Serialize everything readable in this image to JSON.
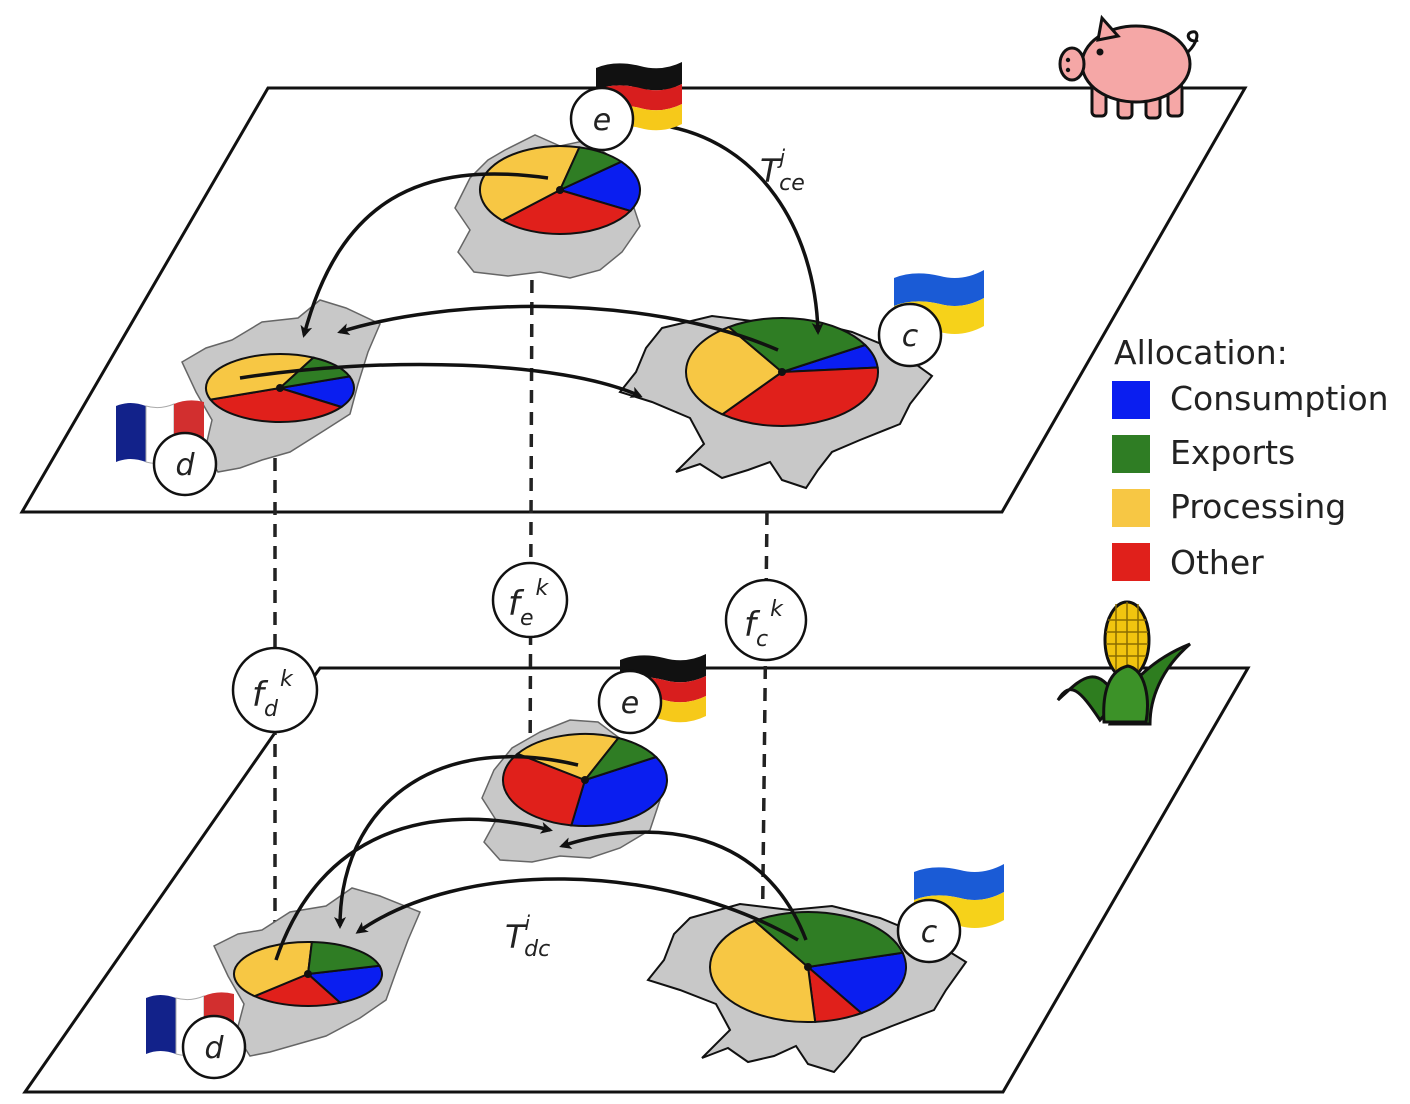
{
  "legend": {
    "title": "Allocation:",
    "items": [
      {
        "label": "Consumption",
        "color": "#0a1ef0"
      },
      {
        "label": "Exports",
        "color": "#2f7d24"
      },
      {
        "label": "Processing",
        "color": "#f7c744"
      },
      {
        "label": "Other",
        "color": "#e0201b"
      }
    ]
  },
  "layers": {
    "top": {
      "icon": "pig-icon",
      "flow_label": {
        "main": "T",
        "sup": "j",
        "sub": "ce"
      },
      "countries": [
        {
          "key": "e",
          "label": "e",
          "flag": "germany-flag-icon",
          "shape": "germany-map-shape",
          "pie": {
            "consumption": 0.19,
            "exports": 0.1,
            "processing": 0.41,
            "other": 0.3
          }
        },
        {
          "key": "c",
          "label": "c",
          "flag": "ukraine-flag-icon",
          "shape": "ukraine-map-shape",
          "pie": {
            "consumption": 0.07,
            "exports": 0.26,
            "processing": 0.3,
            "other": 0.37
          }
        },
        {
          "key": "d",
          "label": "d",
          "flag": "france-flag-icon",
          "shape": "france-map-shape",
          "pie": {
            "consumption": 0.15,
            "exports": 0.12,
            "processing": 0.38,
            "other": 0.35
          }
        }
      ]
    },
    "bottom": {
      "icon": "corn-icon",
      "flow_label": {
        "main": "T",
        "sup": "i",
        "sub": "dc"
      },
      "countries": [
        {
          "key": "e",
          "label": "e",
          "flag": "germany-flag-icon",
          "shape": "germany-map-shape",
          "pie": {
            "consumption": 0.36,
            "exports": 0.1,
            "processing": 0.22,
            "other": 0.32
          }
        },
        {
          "key": "c",
          "label": "c",
          "flag": "ukraine-flag-icon",
          "shape": "ukraine-map-shape",
          "pie": {
            "consumption": 0.2,
            "exports": 0.3,
            "processing": 0.42,
            "other": 0.08
          }
        },
        {
          "key": "d",
          "label": "d",
          "flag": "france-flag-icon",
          "shape": "france-map-shape",
          "pie": {
            "consumption": 0.22,
            "exports": 0.2,
            "processing": 0.38,
            "other": 0.2
          }
        }
      ]
    }
  },
  "links": [
    {
      "key": "d",
      "main": "f",
      "sub": "d",
      "sup": "k"
    },
    {
      "key": "e",
      "main": "f",
      "sub": "e",
      "sup": "k"
    },
    {
      "key": "c",
      "main": "f",
      "sub": "c",
      "sup": "k"
    }
  ]
}
